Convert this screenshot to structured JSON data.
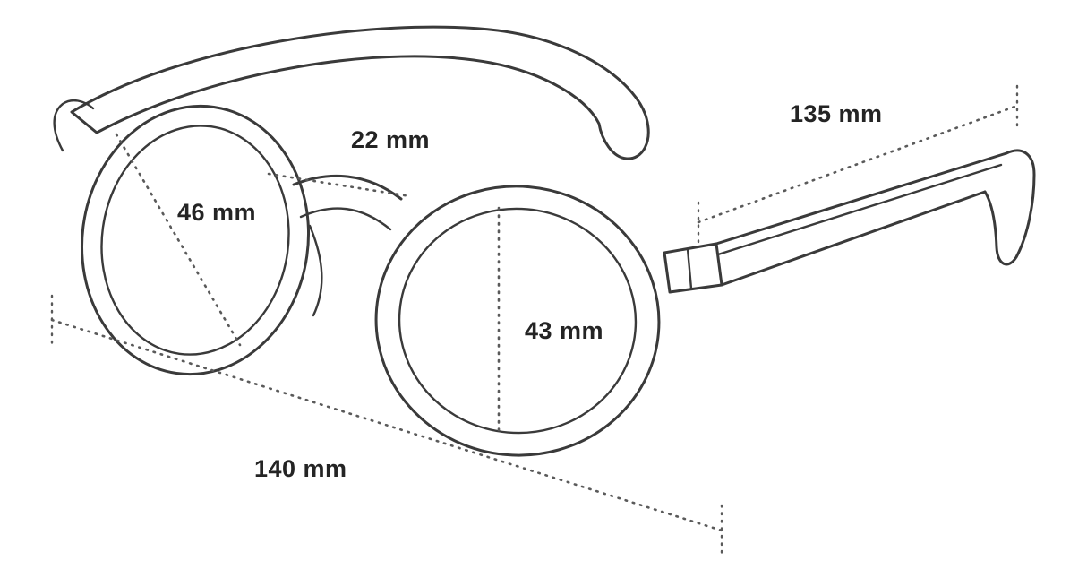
{
  "diagram": {
    "subject": "eyeglasses-dimension-diagram",
    "labels": {
      "lens_width": "46 mm",
      "bridge_width": "22 mm",
      "lens_height": "43 mm",
      "frame_width": "140 mm",
      "temple_length": "135 mm"
    },
    "colors": {
      "line": "#3a3a3a",
      "dimension": "#5a5a5a",
      "text": "#242424",
      "background": "#ffffff"
    }
  }
}
